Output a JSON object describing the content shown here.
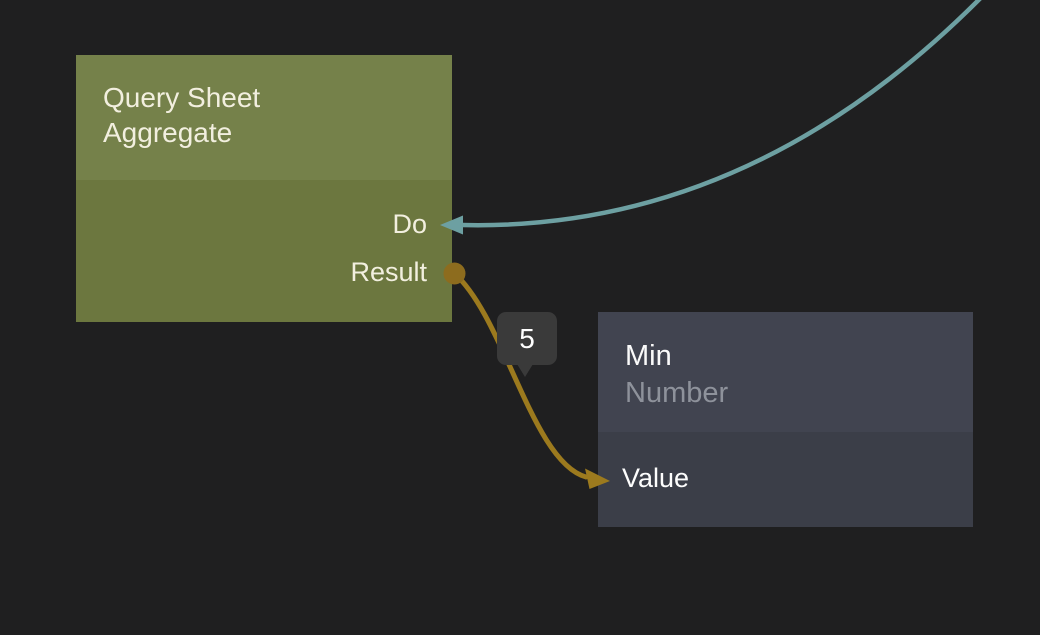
{
  "graph": {
    "background_color": "#1f1f20",
    "nodes": {
      "aggregate": {
        "title": "Query Sheet Aggregate",
        "header_color": "#75814a",
        "body_color": "#6c773f",
        "text_color": "#f2efdf",
        "ports": {
          "do": {
            "label": "Do",
            "direction": "input",
            "side": "right"
          },
          "result": {
            "label": "Result",
            "direction": "output",
            "side": "right"
          }
        }
      },
      "min": {
        "title": "Min",
        "subtitle": "Number",
        "header_color": "#414450",
        "body_color": "#3b3e48",
        "title_color": "#fafafa",
        "subtitle_color": "#8e929b",
        "ports": {
          "value": {
            "label": "Value",
            "direction": "input",
            "side": "left"
          }
        }
      }
    },
    "edges": {
      "exec": {
        "color": "#6da0a2"
      },
      "data": {
        "color": "#9c7a1e",
        "pin_color": "#8d6c1e",
        "value_label": "5",
        "label_background": "#3a3a3a",
        "label_text_color": "#ffffff"
      }
    }
  }
}
